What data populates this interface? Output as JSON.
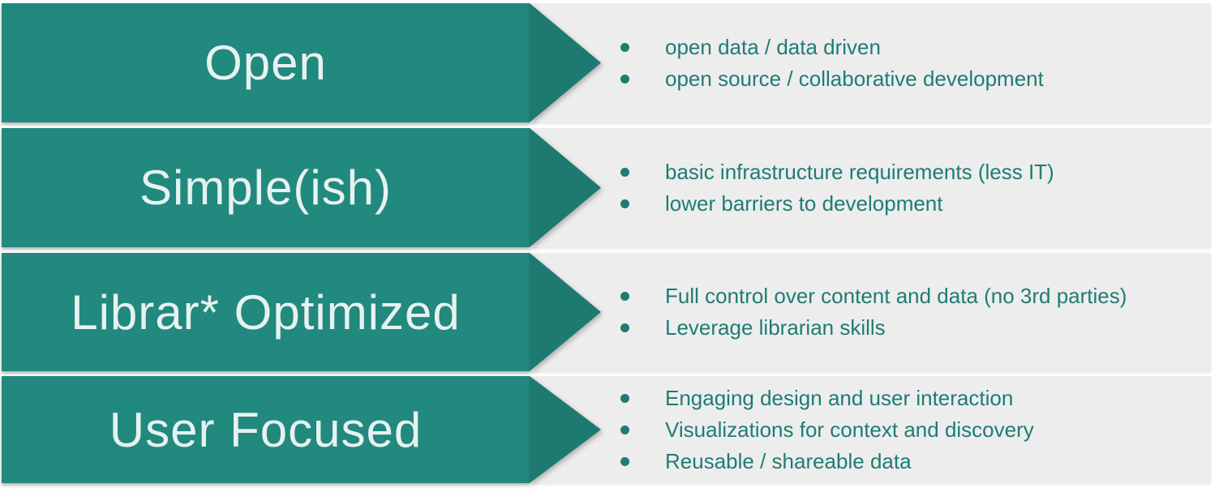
{
  "theme": {
    "arrow_body_color": "#21897e",
    "arrow_head_color": "#1e7a70",
    "bullet_color": "#1f7c73",
    "panel_bg": "#ededed",
    "gap_color": "#ffffff",
    "title_color": "#f2f8f7"
  },
  "rows": [
    {
      "title": "Open",
      "bullets": [
        "open data / data driven",
        "open source / collaborative development"
      ]
    },
    {
      "title": "Simple(ish)",
      "bullets": [
        "basic infrastructure requirements (less IT)",
        "lower barriers to development"
      ]
    },
    {
      "title": "Librar* Optimized",
      "bullets": [
        "Full control over content and data (no 3rd parties)",
        "Leverage librarian skills"
      ]
    },
    {
      "title": "User Focused",
      "bullets": [
        "Engaging design and user interaction",
        "Visualizations for context and discovery",
        "Reusable / shareable data"
      ]
    }
  ]
}
